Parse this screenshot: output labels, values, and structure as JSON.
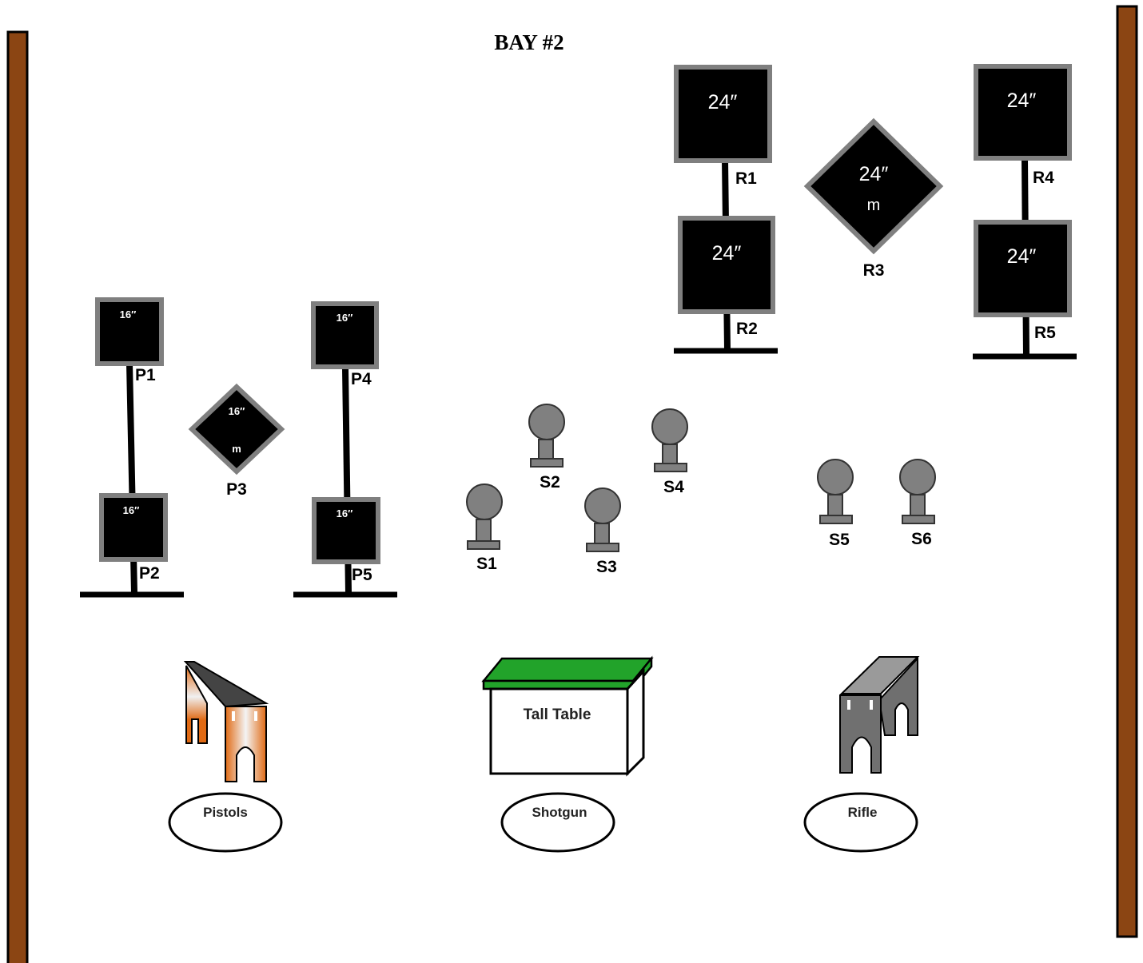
{
  "title": "BAY #2",
  "colors": {
    "wall": "#8B4513",
    "target_fill": "#000000",
    "target_border": "#7f7f7f",
    "steel": "#808080",
    "table_top": "#22a32a",
    "pistol_bench": "#e06a14"
  },
  "pistol_targets": {
    "P1": {
      "label": "P1",
      "size": "16″"
    },
    "P2": {
      "label": "P2",
      "size": "16″"
    },
    "P3": {
      "label": "P3",
      "size": "16″",
      "marker": "m"
    },
    "P4": {
      "label": "P4",
      "size": "16″"
    },
    "P5": {
      "label": "P5",
      "size": "16″"
    }
  },
  "rifle_targets": {
    "R1": {
      "label": "R1",
      "size": "24″"
    },
    "R2": {
      "label": "R2",
      "size": "24″"
    },
    "R3": {
      "label": "R3",
      "size": "24″",
      "marker": "m"
    },
    "R4": {
      "label": "R4",
      "size": "24″"
    },
    "R5": {
      "label": "R5",
      "size": "24″"
    }
  },
  "shotgun_targets": {
    "S1": "S1",
    "S2": "S2",
    "S3": "S3",
    "S4": "S4",
    "S5": "S5",
    "S6": "S6"
  },
  "stations": {
    "pistols": "Pistols",
    "shotgun": "Shotgun",
    "rifle": "Rifle",
    "tall_table": "Tall Table"
  }
}
